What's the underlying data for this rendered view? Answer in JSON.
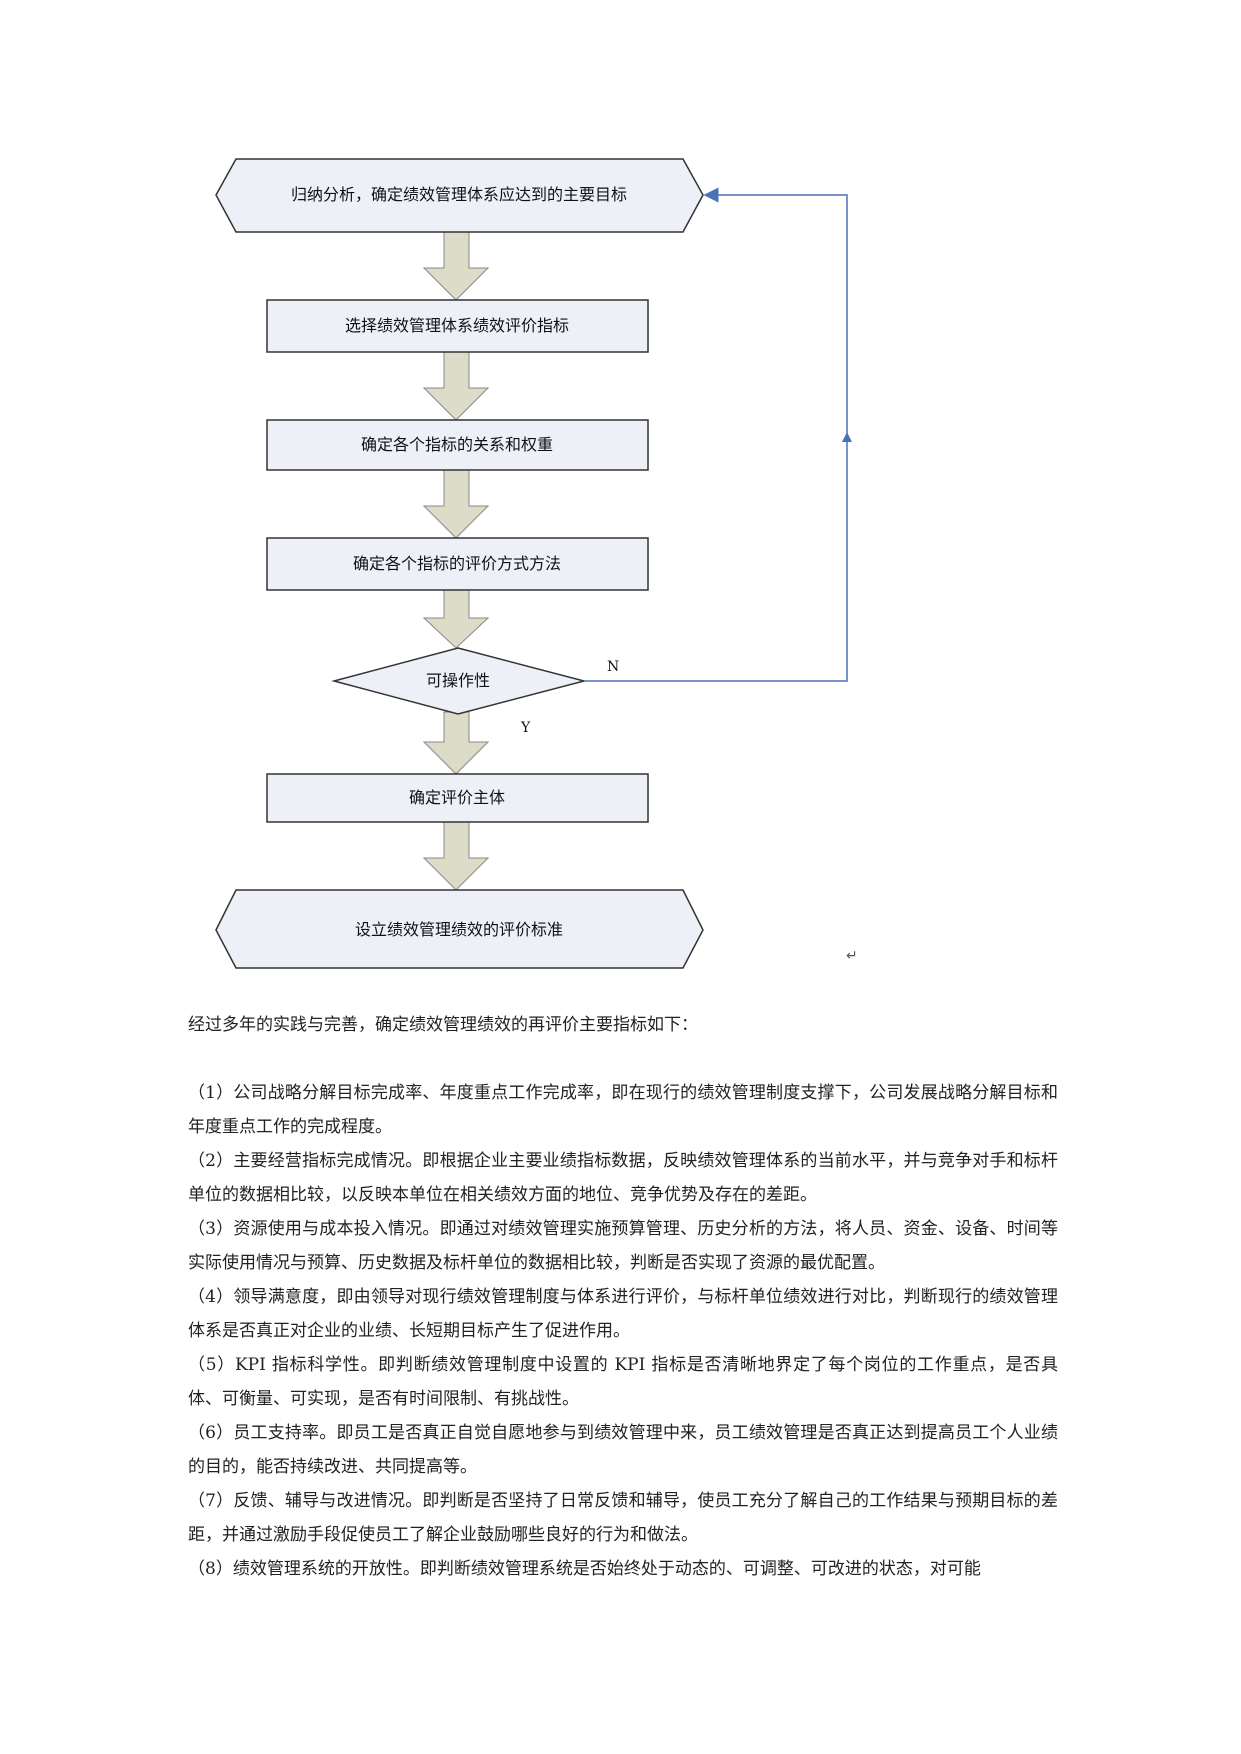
{
  "flowchart": {
    "start": "归纳分析，确定绩效管理体系应达到的主要目标",
    "step1": "选择绩效管理体系绩效评价指标",
    "step2": "确定各个指标的关系和权重",
    "step3": "确定各个指标的评价方式方法",
    "decision": "可操作性",
    "no_label": "N",
    "yes_label": "Y",
    "step4": "确定评价主体",
    "end": "设立绩效管理绩效的评价标准",
    "colors": {
      "box_fill": "#eef0f8",
      "arrow_fill": "#dcdcc8",
      "line": "#4a72b8"
    }
  },
  "return_mark": "↵",
  "intro": "经过多年的实践与完善，确定绩效管理绩效的再评价主要指标如下：",
  "items": [
    "（1）公司战略分解目标完成率、年度重点工作完成率，即在现行的绩效管理制度支撑下，公司发展战略分解目标和年度重点工作的完成程度。",
    "（2）主要经营指标完成情况。即根据企业主要业绩指标数据，反映绩效管理体系的当前水平，并与竞争对手和标杆单位的数据相比较，以反映本单位在相关绩效方面的地位、竞争优势及存在的差距。",
    "（3）资源使用与成本投入情况。即通过对绩效管理实施预算管理、历史分析的方法，将人员、资金、设备、时间等实际使用情况与预算、历史数据及标杆单位的数据相比较，判断是否实现了资源的最优配置。",
    "（4）领导满意度，即由领导对现行绩效管理制度与体系进行评价，与标杆单位绩效进行对比，判断现行的绩效管理体系是否真正对企业的业绩、长短期目标产生了促进作用。",
    "（5）KPI 指标科学性。即判断绩效管理制度中设置的 KPI 指标是否清晰地界定了每个岗位的工作重点，是否具体、可衡量、可实现，是否有时间限制、有挑战性。",
    "（6）员工支持率。即员工是否真正自觉自愿地参与到绩效管理中来，员工绩效管理是否真正达到提高员工个人业绩的目的，能否持续改进、共同提高等。",
    "（7）反馈、辅导与改进情况。即判断是否坚持了日常反馈和辅导，使员工充分了解自己的工作结果与预期目标的差距，并通过激励手段促使员工了解企业鼓励哪些良好的行为和做法。",
    "（8）绩效管理系统的开放性。即判断绩效管理系统是否始终处于动态的、可调整、可改进的状态，对可能"
  ]
}
